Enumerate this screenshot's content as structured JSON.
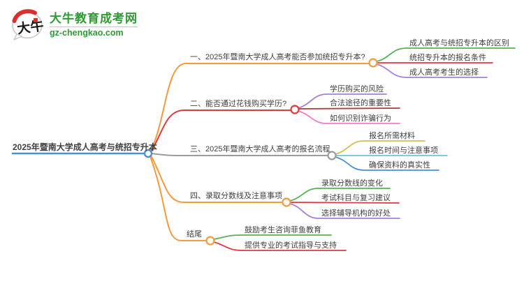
{
  "logo": {
    "icon_text": "大牛",
    "title": "大牛教育成考网",
    "domain": "gz-chengkao.com"
  },
  "root": {
    "label": "2025年暨南大学成人高考与统招专升本"
  },
  "branches": [
    {
      "label": "一、2025年暨南大学成人高考能否参加统招专升本?",
      "children": [
        "成人高考与统招专升本的区别",
        "统招专升本的报名条件",
        "成人高考考生的选择"
      ]
    },
    {
      "label": "二、能否通过花钱购买学历?",
      "children": [
        "学历购买的风险",
        "合法途径的重要性",
        "如何识别诈骗行为"
      ]
    },
    {
      "label": "三、2025年暨南大学成人高考的报名流程",
      "children": [
        "报名所需材料",
        "报名时间与注意事项",
        "确保资料的真实性"
      ]
    },
    {
      "label": "四、录取分数线及注意事项",
      "children": [
        "录取分数线的变化",
        "考试科目与复习建议",
        "选择辅导机构的好处"
      ]
    },
    {
      "label": "结尾",
      "children": [
        "鼓励考生咨询菲鱼教育",
        "提供专业的考试指导与支持"
      ]
    }
  ],
  "colors": {
    "blue": "#4a90d2",
    "orange": "#f79a3e",
    "red": "#e0393e",
    "gray": "#9b9b9b",
    "green": "#56b156",
    "purple": "#a87fd6",
    "dark_red": "#a6413c",
    "pink": "#f07bc4",
    "olive": "#c9c04d",
    "sky": "#6cc3e6",
    "logo_green": "#2f9a35",
    "text": "#3f3f3f"
  }
}
